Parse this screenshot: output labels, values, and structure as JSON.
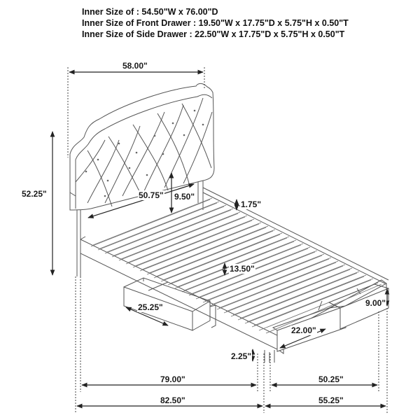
{
  "specs": {
    "lines": [
      "Inner Size of : 54.50\"W x 76.00\"D",
      "Inner Size of Front Drawer : 19.50\"W x 17.75\"D x 5.75\"H x 0.50\"T",
      "Inner Size of Side Drawer : 22.50\"W x 17.75\"D x 5.75\"H x 0.50\"T"
    ]
  },
  "dimensions": {
    "headboard_width": "58.00\"",
    "total_height": "52.25\"",
    "headboard_inner_width": "50.75\"",
    "headboard_to_slat": "9.50\"",
    "rail_lip": "1.75\"",
    "slat_height": "13.50\"",
    "side_drawer_width": "25.25\"",
    "front_drawer_width": "22.00\"",
    "drawer_height": "9.00\"",
    "leg_height": "2.25\"",
    "inner_length": "79.00\"",
    "total_length": "82.50\"",
    "inner_width": "50.25\"",
    "total_width": "55.25\""
  },
  "colors": {
    "line": "#555555",
    "dimension": "#222222",
    "background": "#ffffff"
  }
}
